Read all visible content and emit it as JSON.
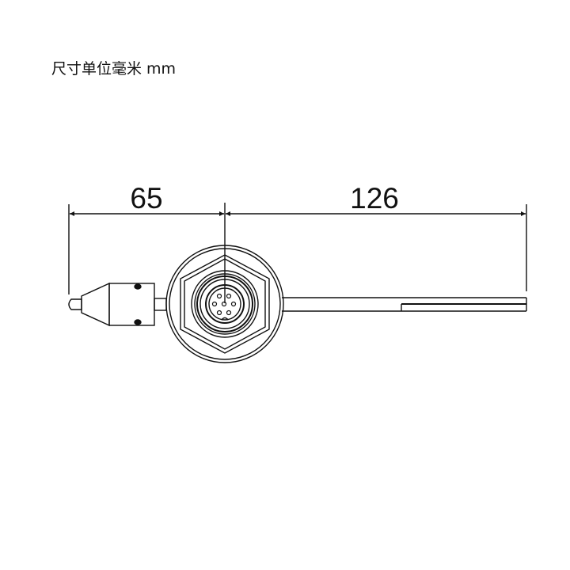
{
  "title": "尺寸单位毫米 mm",
  "dimensions": {
    "left": "65",
    "right": "126"
  },
  "colors": {
    "line": "#111111",
    "background": "#ffffff"
  }
}
